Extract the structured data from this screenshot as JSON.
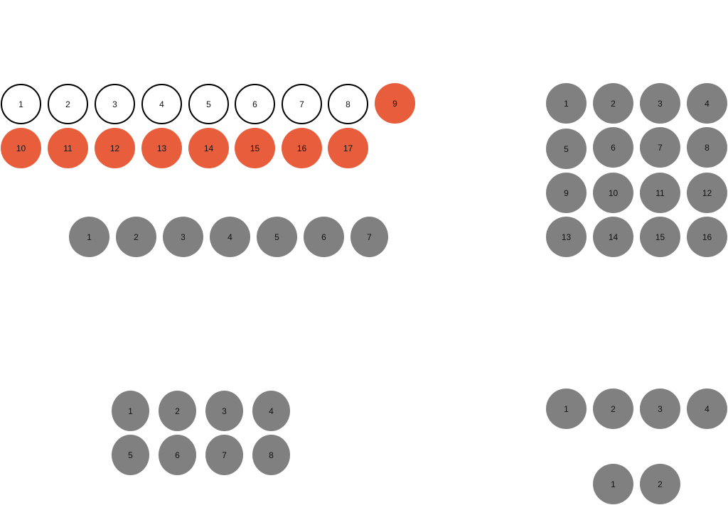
{
  "colors": {
    "outline_stroke": "#000000",
    "accent": "#E85E3C",
    "gray": "#808080",
    "text": "#111111"
  },
  "groups": {
    "row_of_17": {
      "description": "8 outlined circles followed by 9 highlighted circles wrapping to a second row",
      "items": [
        {
          "label": "1",
          "style": "outline"
        },
        {
          "label": "2",
          "style": "outline"
        },
        {
          "label": "3",
          "style": "outline"
        },
        {
          "label": "4",
          "style": "outline"
        },
        {
          "label": "5",
          "style": "outline"
        },
        {
          "label": "6",
          "style": "outline"
        },
        {
          "label": "7",
          "style": "outline"
        },
        {
          "label": "8",
          "style": "outline"
        },
        {
          "label": "9",
          "style": "accent"
        },
        {
          "label": "10",
          "style": "accent"
        },
        {
          "label": "11",
          "style": "accent"
        },
        {
          "label": "12",
          "style": "accent"
        },
        {
          "label": "13",
          "style": "accent"
        },
        {
          "label": "14",
          "style": "accent"
        },
        {
          "label": "15",
          "style": "accent"
        },
        {
          "label": "16",
          "style": "accent"
        },
        {
          "label": "17",
          "style": "accent"
        }
      ]
    },
    "row_of_7": {
      "items": [
        "1",
        "2",
        "3",
        "4",
        "5",
        "6",
        "7"
      ]
    },
    "grid_4x4": {
      "rows": 4,
      "cols": 4,
      "items": [
        "1",
        "2",
        "3",
        "4",
        "5",
        "6",
        "7",
        "8",
        "9",
        "10",
        "11",
        "12",
        "13",
        "14",
        "15",
        "16"
      ]
    },
    "grid_2x4": {
      "rows": 2,
      "cols": 4,
      "items": [
        "1",
        "2",
        "3",
        "4",
        "5",
        "6",
        "7",
        "8"
      ]
    },
    "row_of_4": {
      "items": [
        "1",
        "2",
        "3",
        "4"
      ]
    },
    "row_of_2": {
      "items": [
        "1",
        "2"
      ]
    }
  }
}
